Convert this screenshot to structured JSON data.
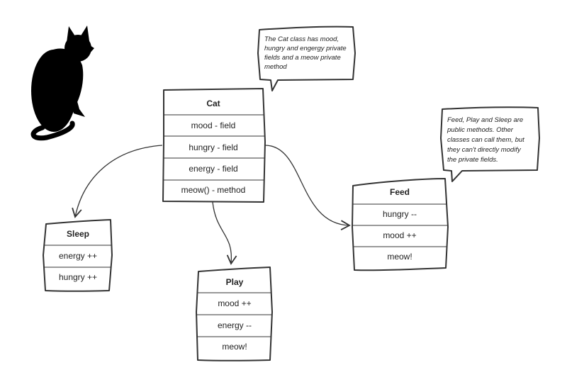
{
  "cat_class": {
    "title": "Cat",
    "rows": [
      "mood - field",
      "hungry - field",
      "energy - field",
      "meow() - method"
    ]
  },
  "sleep_box": {
    "title": "Sleep",
    "rows": [
      "energy ++",
      "hungry ++"
    ]
  },
  "play_box": {
    "title": "Play",
    "rows": [
      "mood ++",
      "energy --",
      "meow!"
    ]
  },
  "feed_box": {
    "title": "Feed",
    "rows": [
      "hungry --",
      "mood ++",
      "meow!"
    ]
  },
  "notes": {
    "cat_note": [
      "The Cat class has mood,",
      "hungry and engergy private",
      "fields and a meow private",
      "method"
    ],
    "methods_note": [
      "Feed, Play and Sleep are",
      "public methods. Other",
      "classes can call them, but",
      "they can't directly modify",
      "the private fields."
    ]
  },
  "icons": {
    "cat": "cat-silhouette-icon"
  },
  "colors": {
    "stroke": "#333333",
    "fill": "#ffffff",
    "silhouette": "#000000"
  }
}
